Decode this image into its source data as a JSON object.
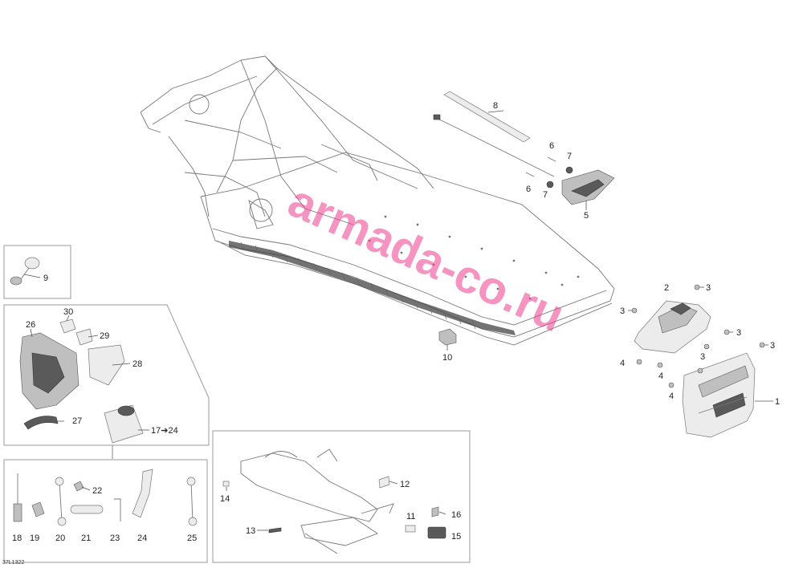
{
  "watermark": "armada-co.ru",
  "drawing_code": "37L1322",
  "callouts": {
    "c1": "1",
    "c2": "2",
    "c3": "3",
    "c4": "4",
    "c5": "5",
    "c6": "6",
    "c7": "7",
    "c8": "8",
    "c9": "9",
    "c10": "10",
    "c11": "11",
    "c12": "12",
    "c13": "13",
    "c14": "14",
    "c15": "15",
    "c16": "16",
    "c17_24": "17➔24",
    "c18": "18",
    "c19": "19",
    "c20": "20",
    "c21": "21",
    "c22": "22",
    "c23": "23",
    "c24": "24",
    "c25": "25",
    "c26": "26",
    "c27": "27",
    "c28": "28",
    "c29": "29",
    "c30": "30"
  }
}
